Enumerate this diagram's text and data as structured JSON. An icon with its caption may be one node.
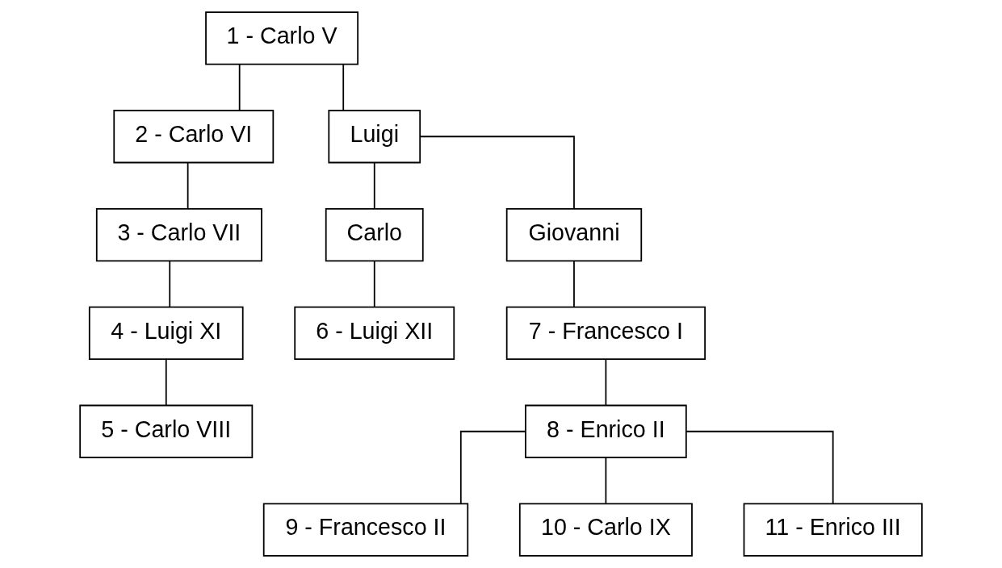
{
  "diagram": {
    "nodes": [
      {
        "text": [
          "1 - Carlo V"
        ]
      },
      {
        "text": [
          "2 - Carlo VI"
        ]
      },
      {
        "text": [
          "Luigi"
        ]
      },
      {
        "text": [
          "3 - Carlo VII"
        ]
      },
      {
        "text": [
          "Carlo"
        ]
      },
      {
        "text": [
          "Giovanni"
        ]
      },
      {
        "text": [
          "4 - Luigi XI"
        ]
      },
      {
        "text": [
          "6 - Luigi XII"
        ]
      },
      {
        "text": [
          "7 - Francesco I"
        ]
      },
      {
        "text": [
          "5 - Carlo VIII"
        ]
      },
      {
        "text": [
          "8 - Enrico II"
        ]
      },
      {
        "text": [
          "9 - Francesco II"
        ]
      },
      {
        "text": [
          "10 - Carlo IX"
        ]
      },
      {
        "text": [
          "11 - Enrico III"
        ]
      }
    ],
    "edges": [
      {
        "from": 0,
        "to": 1,
        "arrow": "none"
      },
      {
        "from": 0,
        "to": 2,
        "arrow": "none"
      },
      {
        "from": 1,
        "to": 3,
        "arrow": "none"
      },
      {
        "from": 2,
        "to": 4,
        "arrow": "none"
      },
      {
        "from": 2,
        "to": 5,
        "arrow": "none"
      },
      {
        "from": 3,
        "to": 6,
        "arrow": "none"
      },
      {
        "from": 6,
        "to": 9,
        "arrow": "none"
      },
      {
        "from": 4,
        "to": 7,
        "arrow": "none"
      },
      {
        "from": 5,
        "to": 8,
        "arrow": "none"
      },
      {
        "from": 8,
        "to": 10,
        "arrow": "none"
      },
      {
        "from": 10,
        "to": 11,
        "arrow": "none"
      },
      {
        "from": 10,
        "to": 12,
        "arrow": "none"
      },
      {
        "from": 10,
        "to": 13,
        "arrow": "none"
      }
    ]
  }
}
